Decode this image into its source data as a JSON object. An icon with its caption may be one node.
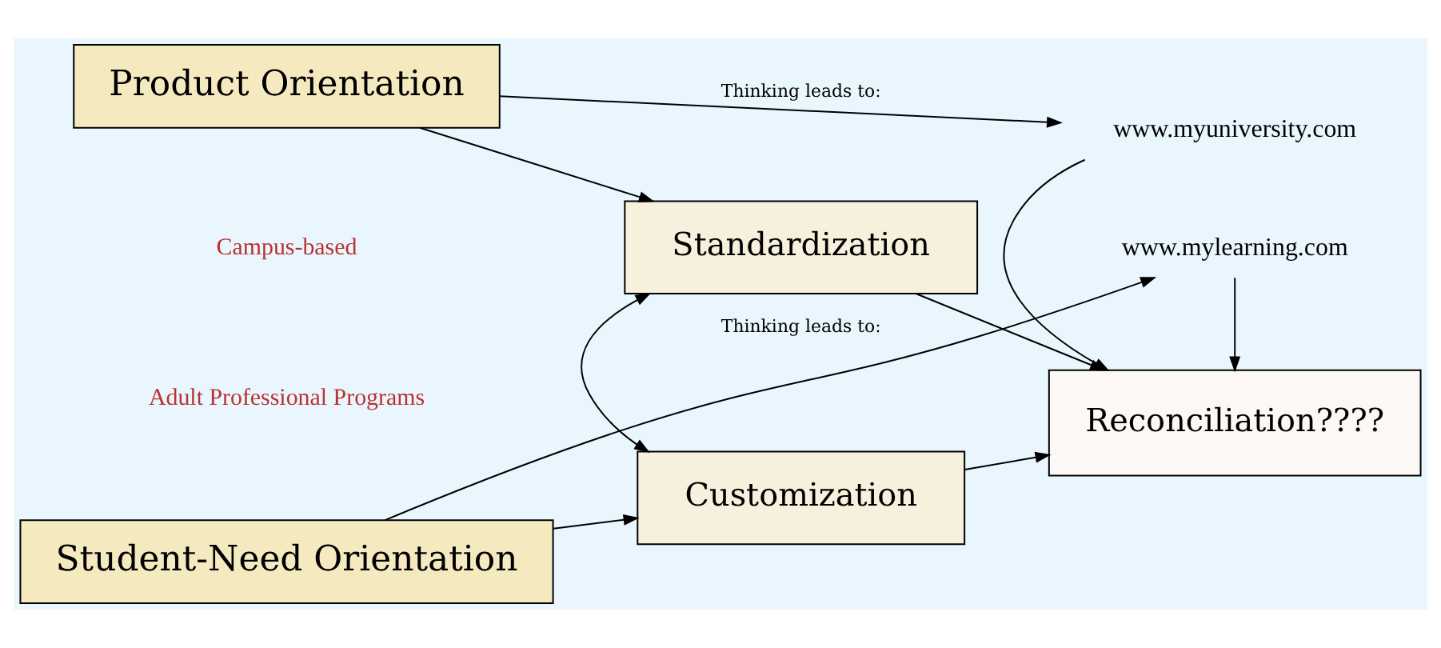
{
  "diagram": {
    "nodes": [
      {
        "text": [
          "Product Orientation"
        ]
      },
      {
        "text": [
          "Standardization"
        ]
      },
      {
        "text": [
          "Customization"
        ]
      },
      {
        "text": [
          "Student-Need Orientation"
        ]
      },
      {
        "text": [
          "Reconciliation????"
        ]
      },
      {
        "text": [
          "www.myuniversity.com"
        ]
      },
      {
        "text": [
          "www.mylearning.com"
        ]
      }
    ],
    "edges": [
      {
        "from": 0,
        "to": 5,
        "arrow": "to",
        "label": "Thinking leads to:"
      },
      {
        "from": 0,
        "to": 1,
        "arrow": "to"
      },
      {
        "from": 1,
        "to": 2,
        "arrow": "both"
      },
      {
        "from": 1,
        "to": 4,
        "arrow": "to"
      },
      {
        "from": 2,
        "to": 4,
        "arrow": "to"
      },
      {
        "from": 3,
        "to": 2,
        "arrow": "to"
      },
      {
        "from": 3,
        "to": 6,
        "arrow": "to",
        "label": "Thinking leads to:"
      },
      {
        "from": 5,
        "to": 4,
        "arrow": "to"
      },
      {
        "from": 6,
        "to": 4,
        "arrow": "to"
      }
    ],
    "labels": [
      "Campus-based",
      "Adult Professional Programs"
    ]
  }
}
